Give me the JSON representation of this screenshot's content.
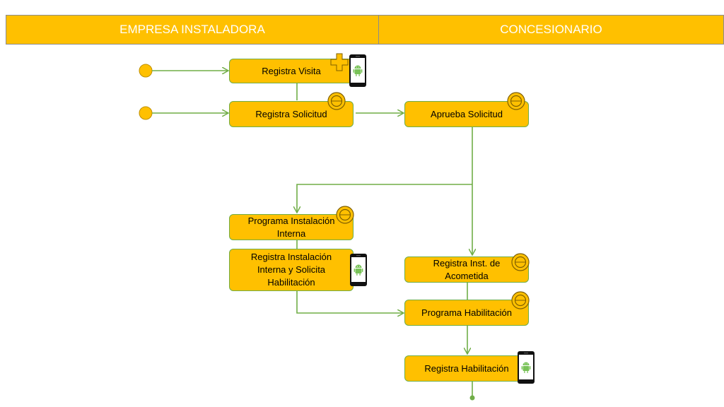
{
  "lanes": {
    "left": "EMPRESA INSTALADORA",
    "right": "CONCESIONARIO"
  },
  "colors": {
    "lane_fill": "#ffc000",
    "box_fill": "#ffc000",
    "flow_line": "#70ad47",
    "start_node": "#ffc000"
  },
  "activities": {
    "registra_visita": "Registra Visita",
    "registra_solicitud": "Registra Solicitud",
    "aprueba_solicitud": "Aprueba Solicitud",
    "programa_instalacion": "Programa Instalación\nInterna",
    "registra_instalacion": "Registra Instalación\nInterna y Solicita\nHabilitación",
    "registra_acometida": "Registra Inst. de\nAcometida",
    "programa_habilitacion": "Programa Habilitación",
    "registra_habilitacion": "Registra Habilitación"
  },
  "icons": {
    "mobile": "android-phone-icon",
    "web": "globe-icon",
    "add": "plus-icon"
  }
}
